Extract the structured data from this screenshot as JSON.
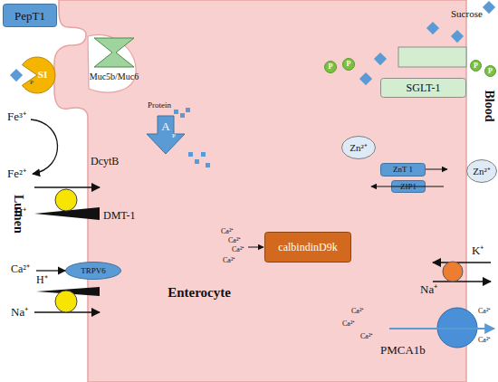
{
  "diagram": {
    "nodes": [
      {
        "text": [
          "Enterocyte"
        ]
      },
      {
        "text": [
          "PepT1"
        ]
      },
      {
        "text": [
          "SI",
          "P"
        ]
      },
      {
        "text": [
          "Muc5b/Muc6"
        ],
        "in": 0
      },
      {
        "text": [
          "A",
          "P"
        ],
        "in": 0
      },
      {
        "text": [
          "P"
        ],
        "in": 0
      },
      {
        "text": [
          "P"
        ],
        "in": 0
      },
      {
        "text": [
          "SGLT-1"
        ]
      },
      {
        "text": [
          "P"
        ]
      },
      {
        "text": [
          "P"
        ]
      },
      {
        "text": [
          "Zn²⁺"
        ],
        "in": 0
      },
      {
        "text": [
          "ZnT 1"
        ],
        "in": 0
      },
      {
        "text": [
          "ZIP1"
        ],
        "in": 0
      },
      {
        "text": [
          "Zn²⁺"
        ]
      },
      {
        "text": [
          "TRPV6"
        ]
      },
      {
        "text": [
          "calbindinD9k"
        ],
        "in": 0
      }
    ],
    "labels": [
      "Sucrose",
      "Protein",
      "Fe³⁺",
      "Fe²⁺",
      "DcytB",
      "DMT-1",
      "H⁺",
      "Ca²⁺",
      "H⁺",
      "Na⁺",
      "Lumen",
      "Blood",
      "Ca²⁺",
      "Ca²⁺",
      "Ca²⁺",
      "Ca²⁺",
      "Ca²⁺",
      "Ca²⁺",
      "Ca²⁺",
      "Ca²⁺",
      "Ca²⁺",
      "K⁺",
      "Na⁺",
      "PMCA1b"
    ]
  }
}
